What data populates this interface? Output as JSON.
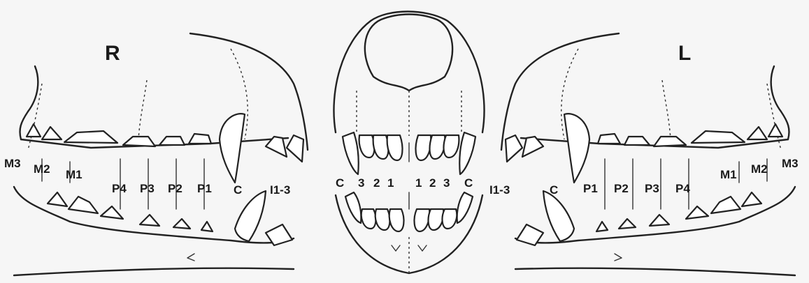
{
  "side_labels": {
    "right": "R",
    "left": "L"
  },
  "right_view": {
    "labels": [
      "M3",
      "M2",
      "M1",
      "P4",
      "P3",
      "P2",
      "P1",
      "C",
      "I1-3"
    ]
  },
  "left_view": {
    "labels": [
      "I1-3",
      "C",
      "P1",
      "P2",
      "P3",
      "P4",
      "M1",
      "M2",
      "M3"
    ]
  },
  "front_view": {
    "labels": [
      "C",
      "3",
      "2",
      "1",
      "1",
      "2",
      "3",
      "C"
    ]
  }
}
